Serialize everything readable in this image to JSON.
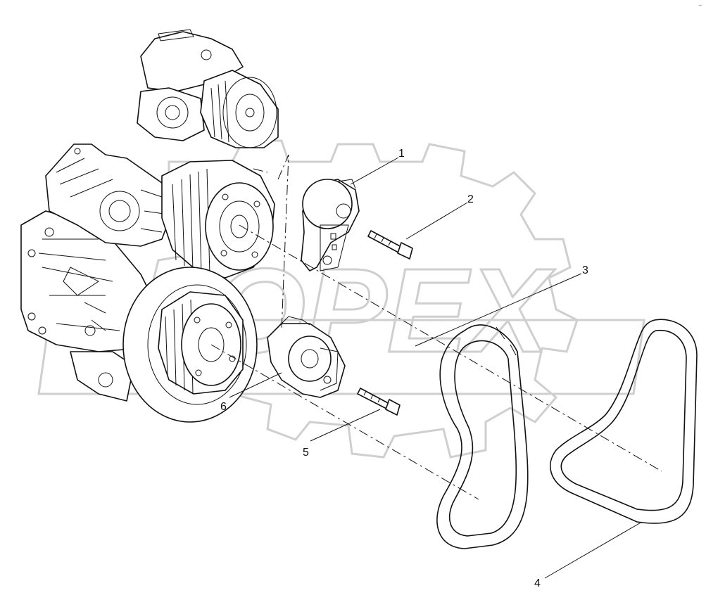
{
  "watermark": {
    "text": "OPEX"
  },
  "corner_mark": "⎯",
  "callouts": [
    {
      "id": "1",
      "label": "1"
    },
    {
      "id": "2",
      "label": "2"
    },
    {
      "id": "3",
      "label": "3"
    },
    {
      "id": "4",
      "label": "4"
    },
    {
      "id": "5",
      "label": "5"
    },
    {
      "id": "6",
      "label": "6"
    }
  ],
  "colors": {
    "line": "#111111",
    "watermark": "#cfcfcf",
    "background": "#ffffff"
  }
}
